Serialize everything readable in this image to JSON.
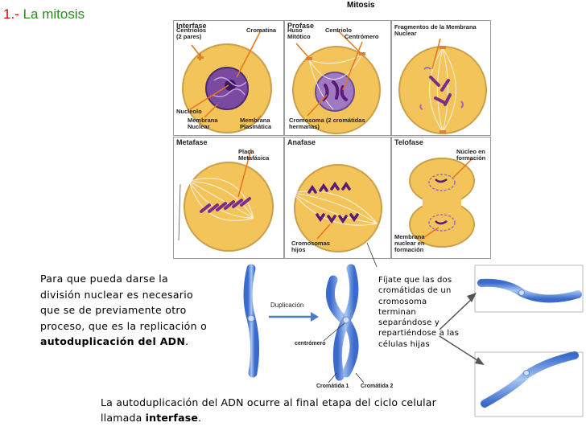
{
  "title": {
    "number": "1.-",
    "text": "La mitosis"
  },
  "figure": {
    "header": "Mitosis",
    "panels": {
      "interfase": {
        "name": "Interfase",
        "labels": [
          "Centriolos (2 pares)",
          "Cromatina",
          "Nucleolo",
          "Membrana Nuclear",
          "Membrana Plasmática"
        ]
      },
      "profase": {
        "name": "Profase",
        "labels": [
          "Huso Mitótico",
          "Centriolo",
          "Centrómero",
          "Cromosoma (2 cromátidas hermanas)"
        ]
      },
      "prometafase": {
        "name": "",
        "labels": [
          "Fragmentos de la Membrana Nuclear"
        ]
      },
      "metafase": {
        "name": "Metafase",
        "labels": [
          "Placa Metafásica"
        ]
      },
      "anafase": {
        "name": "Anafase",
        "labels": [
          "Cromosomas hijos"
        ]
      },
      "telofase": {
        "name": "Telofase",
        "labels": [
          "Núcleo en formación",
          "Membrana nuclear en formación"
        ]
      }
    }
  },
  "text1": {
    "plain": "Para que pueda darse la división nuclear es necesario que se de previamente otro proceso, que es la replicación o ",
    "bold": "autoduplicación del ADN",
    "end": "."
  },
  "text2": {
    "plain": "La autoduplicación del ADN ocurre al final etapa del ciclo celular llamada ",
    "bold": "interfase",
    "end": "."
  },
  "note": "Fíjate que las dos cromátidas de un cromosoma terminan separándose y repartiéndose a las células hijas",
  "diagram": {
    "duplicacion": "Duplicación",
    "centromero": "centrómero",
    "cromatida1": "Cromátida 1",
    "cromatida2": "Cromátida 2"
  },
  "colors": {
    "cell": "#f2c45a",
    "cell_edge": "#caa04a",
    "nucleus": "#7a4aa0",
    "chromosome": "#7a2e8a",
    "arrow": "#e8751a",
    "chromatid": "#5a8ad6",
    "title_num": "#cc0000",
    "title_text": "#2a8a1c"
  }
}
